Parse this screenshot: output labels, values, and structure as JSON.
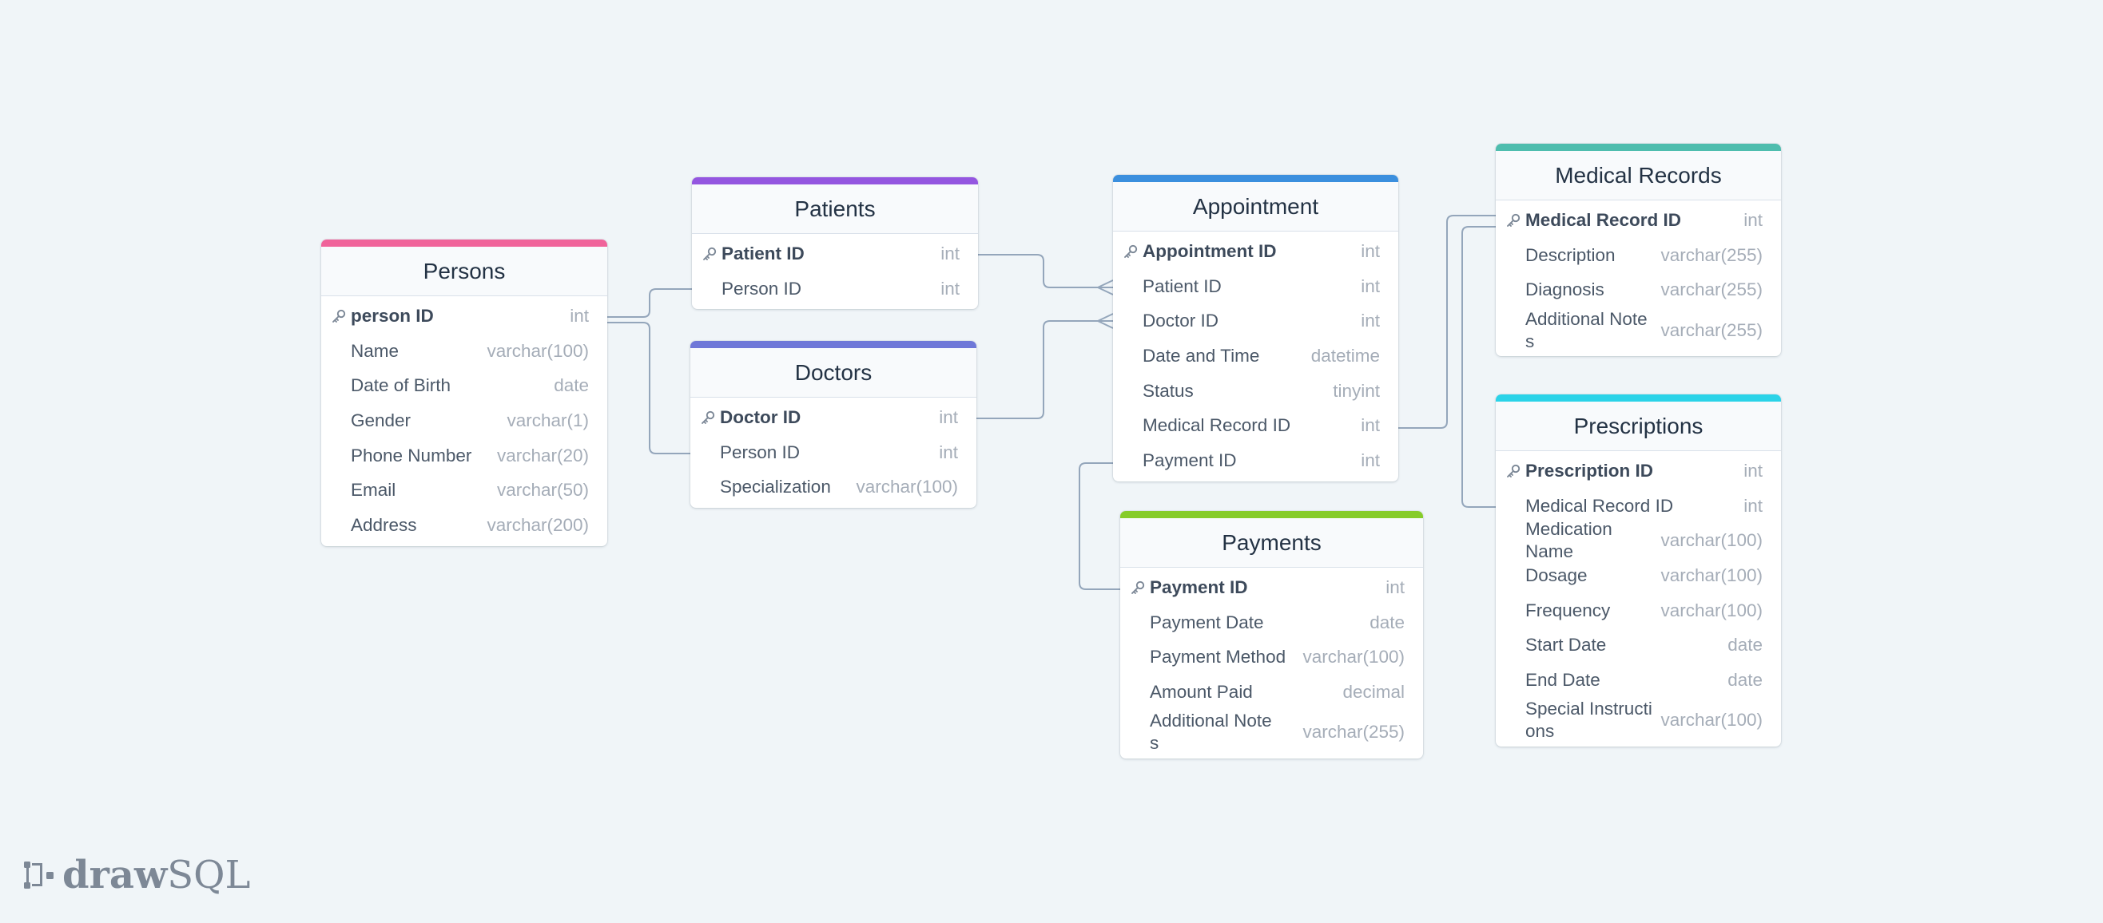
{
  "app": {
    "brand_bold": "draw",
    "brand_light": "SQL"
  },
  "colors": {
    "persons": "#f0639a",
    "patients": "#9456e0",
    "doctors": "#6f78d8",
    "appointment": "#3b8fde",
    "medical_records": "#4ebdae",
    "prescriptions": "#2bd3e8",
    "payments": "#86cc2a",
    "connector": "#94a6bb"
  },
  "tables": {
    "persons": {
      "title": "Persons",
      "fields": [
        {
          "name": "person ID",
          "type": "int",
          "pk": true
        },
        {
          "name": "Name",
          "type": "varchar(100)"
        },
        {
          "name": "Date of Birth",
          "type": "date"
        },
        {
          "name": "Gender",
          "type": "varchar(1)"
        },
        {
          "name": "Phone Number",
          "type": "varchar(20)"
        },
        {
          "name": "Email",
          "type": "varchar(50)"
        },
        {
          "name": "Address",
          "type": "varchar(200)"
        }
      ]
    },
    "patients": {
      "title": "Patients",
      "fields": [
        {
          "name": "Patient ID",
          "type": "int",
          "pk": true
        },
        {
          "name": "Person ID",
          "type": "int"
        }
      ]
    },
    "doctors": {
      "title": "Doctors",
      "fields": [
        {
          "name": "Doctor ID",
          "type": "int",
          "pk": true
        },
        {
          "name": "Person ID",
          "type": "int"
        },
        {
          "name": "Specialization",
          "type": "varchar(100)"
        }
      ]
    },
    "appointment": {
      "title": "Appointment",
      "fields": [
        {
          "name": "Appointment ID",
          "type": "int",
          "pk": true
        },
        {
          "name": "Patient ID",
          "type": "int"
        },
        {
          "name": "Doctor ID",
          "type": "int"
        },
        {
          "name": "Date and Time",
          "type": "datetime"
        },
        {
          "name": "Status",
          "type": "tinyint"
        },
        {
          "name": "Medical Record ID",
          "type": "int"
        },
        {
          "name": "Payment ID",
          "type": "int"
        }
      ]
    },
    "payments": {
      "title": "Payments",
      "fields": [
        {
          "name": "Payment ID",
          "type": "int",
          "pk": true
        },
        {
          "name": "Payment Date",
          "type": "date"
        },
        {
          "name": "Payment Method",
          "type": "varchar(100)"
        },
        {
          "name": "Amount Paid",
          "type": "decimal"
        },
        {
          "name": "Additional Notes",
          "type": "varchar(255)"
        }
      ]
    },
    "medical_records": {
      "title": "Medical Records",
      "fields": [
        {
          "name": "Medical Record ID",
          "type": "int",
          "pk": true
        },
        {
          "name": "Description",
          "type": "varchar(255)"
        },
        {
          "name": "Diagnosis",
          "type": "varchar(255)"
        },
        {
          "name": "Additional Notes",
          "type": "varchar(255)"
        }
      ]
    },
    "prescriptions": {
      "title": "Prescriptions",
      "fields": [
        {
          "name": "Prescription ID",
          "type": "int",
          "pk": true
        },
        {
          "name": "Medical Record ID",
          "type": "int"
        },
        {
          "name": "Medication Name",
          "type": "varchar(100)"
        },
        {
          "name": "Dosage",
          "type": "varchar(100)"
        },
        {
          "name": "Frequency",
          "type": "varchar(100)"
        },
        {
          "name": "Start Date",
          "type": "date"
        },
        {
          "name": "End Date",
          "type": "date"
        },
        {
          "name": "Special Instructions",
          "type": "varchar(100)"
        }
      ]
    }
  },
  "relations": [
    {
      "from": "persons.person ID",
      "to": "patients.Person ID",
      "kind": "one-to-one"
    },
    {
      "from": "persons.person ID",
      "to": "doctors.Person ID",
      "kind": "one-to-one"
    },
    {
      "from": "patients.Patient ID",
      "to": "appointment.Patient ID",
      "kind": "one-to-many"
    },
    {
      "from": "doctors.Doctor ID",
      "to": "appointment.Doctor ID",
      "kind": "one-to-many"
    },
    {
      "from": "appointment.Medical Record ID",
      "to": "medical_records.Medical Record ID",
      "kind": "one-to-one"
    },
    {
      "from": "medical_records.Medical Record ID",
      "to": "prescriptions.Medical Record ID",
      "kind": "one-to-one"
    },
    {
      "from": "appointment.Payment ID",
      "to": "payments.Payment ID",
      "kind": "one-to-one"
    }
  ]
}
